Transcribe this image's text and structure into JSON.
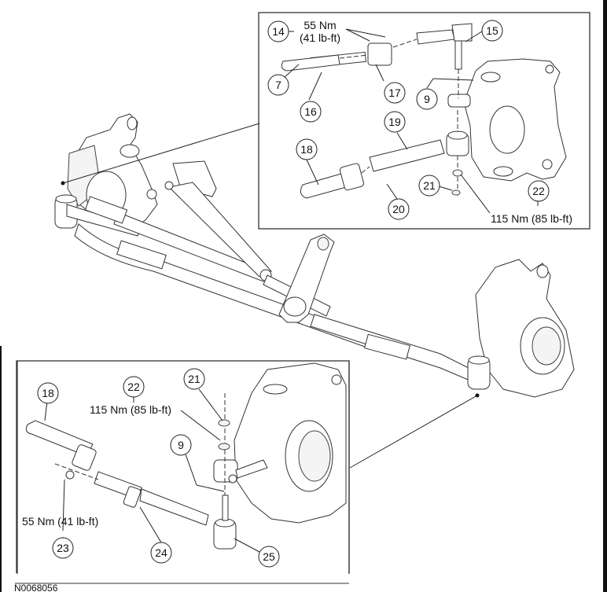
{
  "figure_code": "N0068056",
  "top_inset": {
    "callouts": [
      {
        "id": "14",
        "label": "14"
      },
      {
        "id": "15",
        "label": "15"
      },
      {
        "id": "7",
        "label": "7"
      },
      {
        "id": "16",
        "label": "16"
      },
      {
        "id": "17",
        "label": "17"
      },
      {
        "id": "9",
        "label": "9"
      },
      {
        "id": "19",
        "label": "19"
      },
      {
        "id": "18",
        "label": "18"
      },
      {
        "id": "21",
        "label": "21"
      },
      {
        "id": "22",
        "label": "22"
      },
      {
        "id": "20",
        "label": "20"
      }
    ],
    "torque_14_line1": "55 Nm",
    "torque_14_line2": "(41 lb-ft)",
    "torque_22": "115 Nm (85 lb-ft)"
  },
  "bottom_inset": {
    "callouts": [
      {
        "id": "18",
        "label": "18"
      },
      {
        "id": "22",
        "label": "22"
      },
      {
        "id": "21",
        "label": "21"
      },
      {
        "id": "9",
        "label": "9"
      },
      {
        "id": "23",
        "label": "23"
      },
      {
        "id": "24",
        "label": "24"
      },
      {
        "id": "25",
        "label": "25"
      }
    ],
    "torque_22": "115 Nm (85 lb-ft)",
    "torque_23": "55 Nm (41 lb-ft)"
  }
}
